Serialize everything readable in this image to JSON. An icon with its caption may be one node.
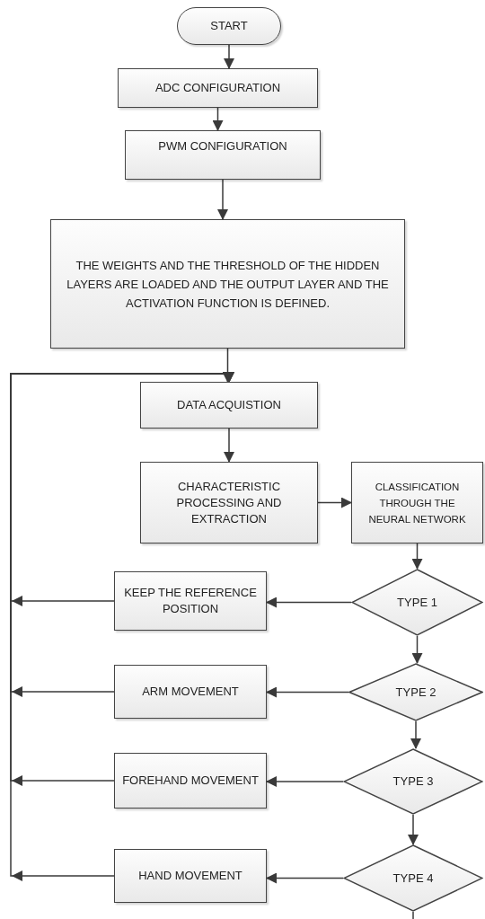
{
  "diagram": {
    "nodes": [
      {
        "text": [
          "START"
        ]
      },
      {
        "text": [
          "ADC CONFIGURATION"
        ]
      },
      {
        "text": [
          "PWM CONFIGURATION"
        ]
      },
      {
        "text": [
          "THE WEIGHTS AND THE THRESHOLD OF THE HIDDEN LAYERS ARE LOADED AND THE OUTPUT LAYER AND THE ACTIVATION FUNCTION IS DEFINED."
        ]
      },
      {
        "text": [
          "DATA ACQUISTION"
        ]
      },
      {
        "text": [
          "CHARACTERISTIC PROCESSING AND EXTRACTION"
        ]
      },
      {
        "text": [
          "CLASSIFICATION THROUGH THE NEURAL NETWORK"
        ]
      },
      {
        "text": [
          "KEEP THE REFERENCE POSITION"
        ]
      },
      {
        "text": [
          "TYPE 1"
        ]
      },
      {
        "text": [
          "ARM MOVEMENT"
        ]
      },
      {
        "text": [
          "TYPE 2"
        ]
      },
      {
        "text": [
          "FOREHAND MOVEMENT"
        ]
      },
      {
        "text": [
          "TYPE 3"
        ]
      },
      {
        "text": [
          "HAND MOVEMENT"
        ]
      },
      {
        "text": [
          "TYPE 4"
        ]
      }
    ],
    "edges": [
      {
        "from": 0,
        "to": 1,
        "arrow": "to"
      },
      {
        "from": 1,
        "to": 2,
        "arrow": "to"
      },
      {
        "from": 2,
        "to": 3,
        "arrow": "to"
      },
      {
        "from": 3,
        "to": 4,
        "arrow": "to"
      },
      {
        "from": 4,
        "to": 5,
        "arrow": "to"
      },
      {
        "from": 5,
        "to": 6,
        "arrow": "to"
      },
      {
        "from": 6,
        "to": 8,
        "arrow": "to"
      },
      {
        "from": 8,
        "to": 7,
        "arrow": "to"
      },
      {
        "from": 8,
        "to": 10,
        "arrow": "to"
      },
      {
        "from": 10,
        "to": 9,
        "arrow": "to"
      },
      {
        "from": 10,
        "to": 12,
        "arrow": "to"
      },
      {
        "from": 12,
        "to": 11,
        "arrow": "to"
      },
      {
        "from": 12,
        "to": 14,
        "arrow": "to"
      },
      {
        "from": 14,
        "to": 13,
        "arrow": "to"
      },
      {
        "from": 7,
        "to": 4,
        "arrow": "to"
      },
      {
        "from": 9,
        "to": 4,
        "arrow": "to"
      },
      {
        "from": 11,
        "to": 4,
        "arrow": "to"
      },
      {
        "from": 13,
        "to": 4,
        "arrow": "to"
      },
      {
        "from": 14,
        "to": null,
        "arrow": "none"
      }
    ]
  }
}
